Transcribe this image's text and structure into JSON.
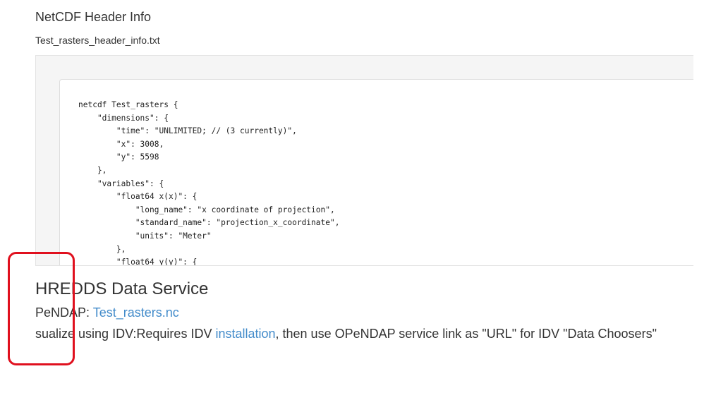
{
  "header_section": {
    "title": "NetCDF Header Info",
    "file_name": "Test_rasters_header_info.txt"
  },
  "code_lines": [
    "netcdf Test_rasters {",
    "    \"dimensions\": {",
    "        \"time\": \"UNLIMITED; // (3 currently)\",",
    "        \"x\": 3008,",
    "        \"y\": 5598",
    "    },",
    "    \"variables\": {",
    "        \"float64 x(x)\": {",
    "            \"long_name\": \"x coordinate of projection\",",
    "            \"standard_name\": \"projection_x_coordinate\",",
    "            \"units\": \"Meter\"",
    "        },",
    "        \"float64 y(y)\": {"
  ],
  "service_section": {
    "title": "HREDDS Data Service",
    "opendap_prefix": "PeNDAP: ",
    "opendap_link": "Test_rasters.nc",
    "idv_prefix": "sualize using IDV:Requires IDV ",
    "idv_link": "installation",
    "idv_suffix": ", then use OPeNDAP service link as \"URL\" for IDV \"Data Choosers\""
  },
  "annotation": {
    "highlight_color": "#e0101e"
  },
  "colors": {
    "link": "#428bca",
    "text": "#333333"
  }
}
